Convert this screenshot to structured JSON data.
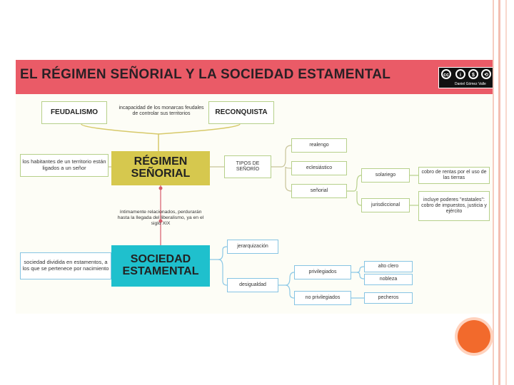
{
  "slide": {
    "title": "EL RÉGIMEN SEÑORIAL Y LA SOCIEDAD ESTAMENTAL",
    "license_author": "Daniel Gómez Valle",
    "top": {
      "feudalismo": "FEUDALISMO",
      "note": "incapacidad de los monarcas feudales de controlar sus territorios",
      "reconquista": "RECONQUISTA"
    },
    "regimen": {
      "hub_line1": "RÉGIMEN",
      "hub_line2": "SEÑORIAL",
      "left_note": "los habitantes de un territorio están ligados a un señor",
      "tipos": "TIPOS DE SEÑORÍO",
      "realengo": "realengo",
      "eclesiastico": "eclesiástico",
      "senorial": "señorial",
      "solariego": "solariego",
      "solariego_desc": "cobro de rentas por el uso de las tierras",
      "jurisdiccional": "jurisdiccional",
      "jurisdiccional_desc": "incluye poderes \"estatales\": cobro de impuestos, justicia y ejército"
    },
    "link_note": "íntimamente relacionados, perdurarán hasta la llegada del liberalismo, ya en el siglo XIX",
    "sociedad": {
      "hub_line1": "SOCIEDAD",
      "hub_line2": "ESTAMENTAL",
      "left_note": "sociedad dividida en estamentos, a los que se pertenece por nacimiento",
      "jerarquizacion": "jerarquización",
      "desigualdad": "desigualdad",
      "privilegiados": "privilegiados",
      "alto_clero": "alto clero",
      "nobleza": "nobleza",
      "no_privilegiados": "no privilegiados",
      "pecheros": "pecheros"
    }
  }
}
